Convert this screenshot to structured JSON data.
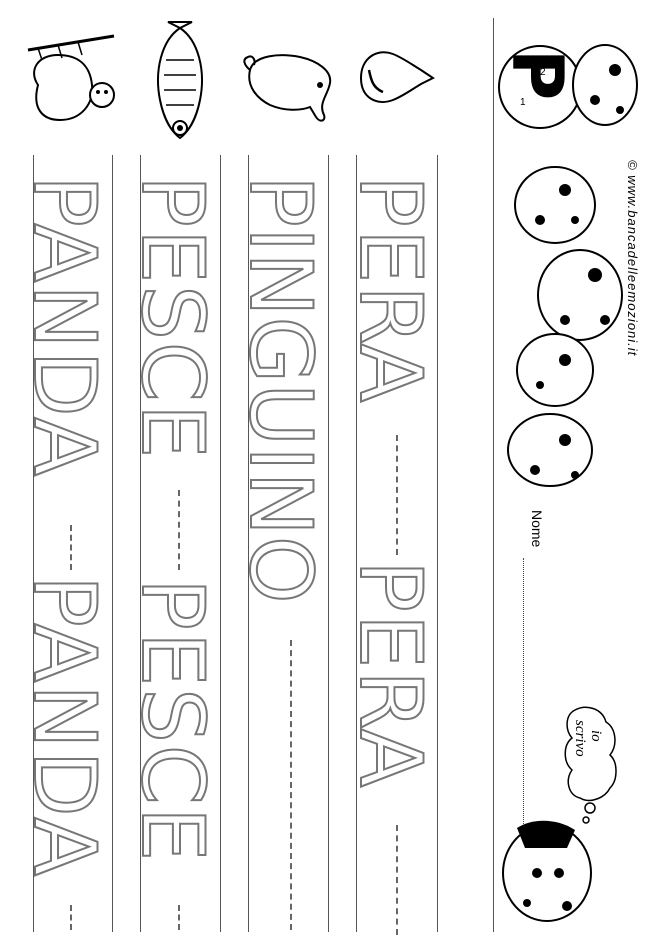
{
  "header": {
    "letter": "P",
    "letter_small_upper": "1",
    "letter_small_lower": "2",
    "copyright": "© www.bancadelleemozioni.it",
    "name_label": "Nome",
    "bubble_line1": "io",
    "bubble_line2": "scrivo"
  },
  "rows": [
    {
      "word": "PERA",
      "repeat": "PERA",
      "picture": "pear-icon"
    },
    {
      "word": "PINGUINO",
      "repeat": "",
      "picture": "penguin-icon"
    },
    {
      "word": "PESCE",
      "repeat": "PESCE",
      "picture": "fish-icon"
    },
    {
      "word": "PANDA",
      "repeat": "PANDA",
      "picture": "panda-icon"
    }
  ]
}
